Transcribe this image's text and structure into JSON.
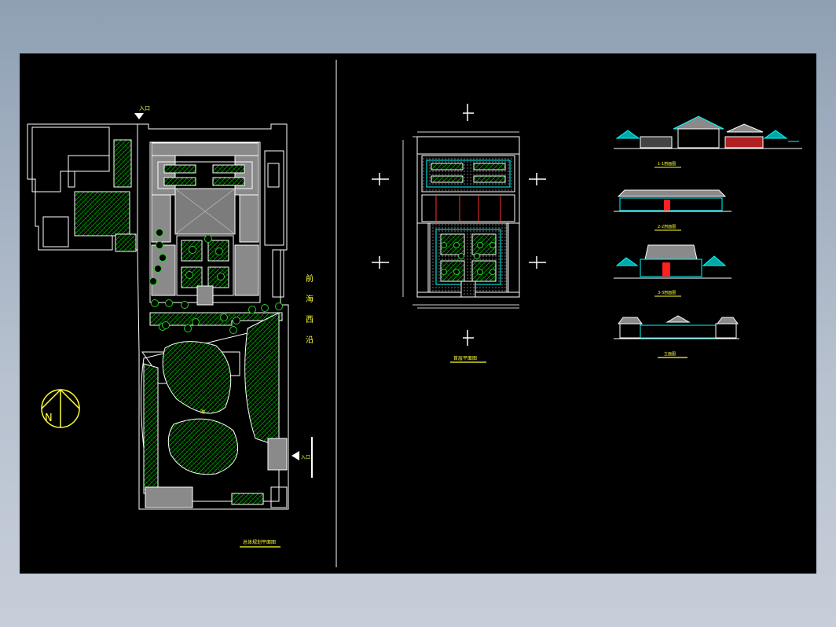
{
  "site_plan": {
    "entrance_label": "入口",
    "road_label": [
      "前",
      "海",
      "西",
      "沿"
    ],
    "pond_label": "池",
    "side_entry_label": "入口",
    "north_symbol": "N",
    "title": "总体规划平面图"
  },
  "floor_plan": {
    "title": "首层平面图"
  },
  "elevations": [
    {
      "title": "1-1剖面图"
    },
    {
      "title": "2-2剖面图"
    },
    {
      "title": "3-3剖面图"
    },
    {
      "title": "立面图"
    }
  ],
  "colors": {
    "background": "#000000",
    "line": "#ffffff",
    "annotation": "#ffff33",
    "hatch": "#00aa00",
    "roof": "#8a8a8a",
    "accent_cyan": "#00ffff",
    "accent_red": "#ff2020"
  }
}
